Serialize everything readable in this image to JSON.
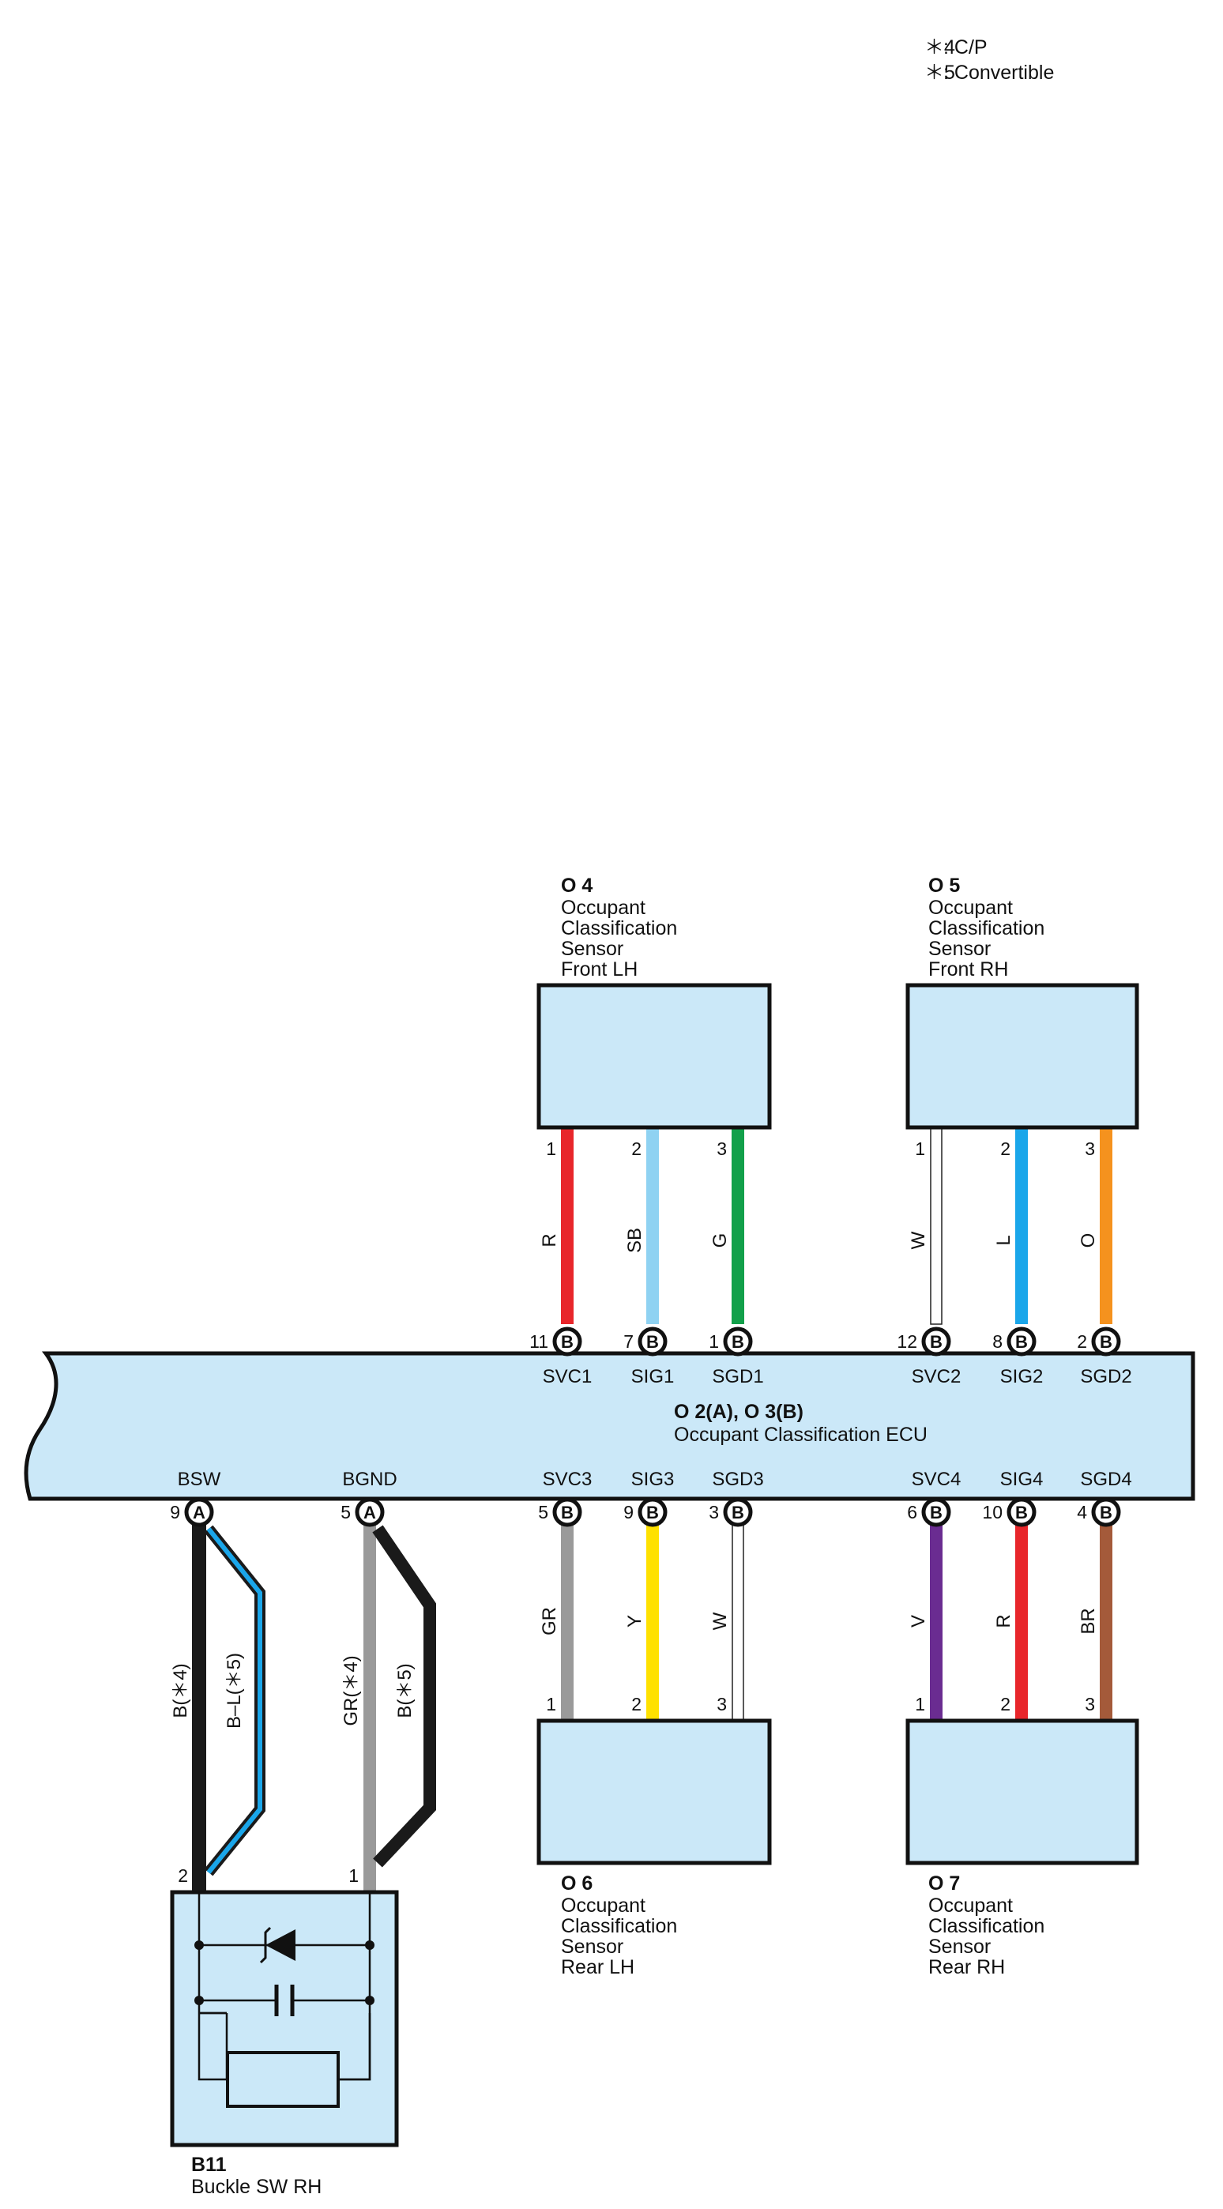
{
  "notes": [
    {
      "mark": "＊4",
      "text": ": C/P"
    },
    {
      "mark": "＊5",
      "text": ": Convertible"
    }
  ],
  "ecu": {
    "code": "O 2(A), O 3(B)",
    "name": "Occupant Classification ECU",
    "top_signals": [
      "SVC1",
      "SIG1",
      "SGD1",
      "SVC2",
      "SIG2",
      "SGD2"
    ],
    "bottom_signals": [
      "BSW",
      "BGND",
      "SVC3",
      "SIG3",
      "SGD3",
      "SVC4",
      "SIG4",
      "SGD4"
    ],
    "top_pins": [
      {
        "num": "11",
        "conn": "B"
      },
      {
        "num": "7",
        "conn": "B"
      },
      {
        "num": "1",
        "conn": "B"
      },
      {
        "num": "12",
        "conn": "B"
      },
      {
        "num": "8",
        "conn": "B"
      },
      {
        "num": "2",
        "conn": "B"
      }
    ],
    "bottom_pins": [
      {
        "num": "9",
        "conn": "A"
      },
      {
        "num": "5",
        "conn": "A"
      },
      {
        "num": "5",
        "conn": "B"
      },
      {
        "num": "9",
        "conn": "B"
      },
      {
        "num": "3",
        "conn": "B"
      },
      {
        "num": "6",
        "conn": "B"
      },
      {
        "num": "10",
        "conn": "B"
      },
      {
        "num": "4",
        "conn": "B"
      }
    ]
  },
  "sensors": {
    "o4": {
      "code": "O 4",
      "lines": [
        "Occupant",
        "Classification",
        "Sensor",
        "Front LH"
      ],
      "pins": [
        "1",
        "2",
        "3"
      ],
      "wires": [
        "R",
        "SB",
        "G"
      ]
    },
    "o5": {
      "code": "O 5",
      "lines": [
        "Occupant",
        "Classification",
        "Sensor",
        "Front RH"
      ],
      "pins": [
        "1",
        "2",
        "3"
      ],
      "wires": [
        "W",
        "L",
        "O"
      ]
    },
    "o6": {
      "code": "O 6",
      "lines": [
        "Occupant",
        "Classification",
        "Sensor",
        "Rear LH"
      ],
      "pins": [
        "1",
        "2",
        "3"
      ],
      "wires": [
        "GR",
        "Y",
        "W"
      ]
    },
    "o7": {
      "code": "O 7",
      "lines": [
        "Occupant",
        "Classification",
        "Sensor",
        "Rear RH"
      ],
      "pins": [
        "1",
        "2",
        "3"
      ],
      "wires": [
        "V",
        "R",
        "BR"
      ]
    }
  },
  "buckle": {
    "code": "B11",
    "name": "Buckle SW RH",
    "pins": [
      "2",
      "1"
    ],
    "wires": [
      "B(＊4)",
      "B–L(＊5)",
      "GR(＊4)",
      "B(＊5)"
    ]
  },
  "colors": {
    "box_fill": "#cbe8f8",
    "R": "#e8262b",
    "SB": "#8fd2f2",
    "G": "#12a04a",
    "W": "#ffffff",
    "L": "#1aa6ea",
    "O": "#f5921e",
    "GR": "#9a9a9a",
    "Y": "#ffe100",
    "V": "#6a2c91",
    "BR": "#a45a3a",
    "B": "#1a1a1a"
  }
}
